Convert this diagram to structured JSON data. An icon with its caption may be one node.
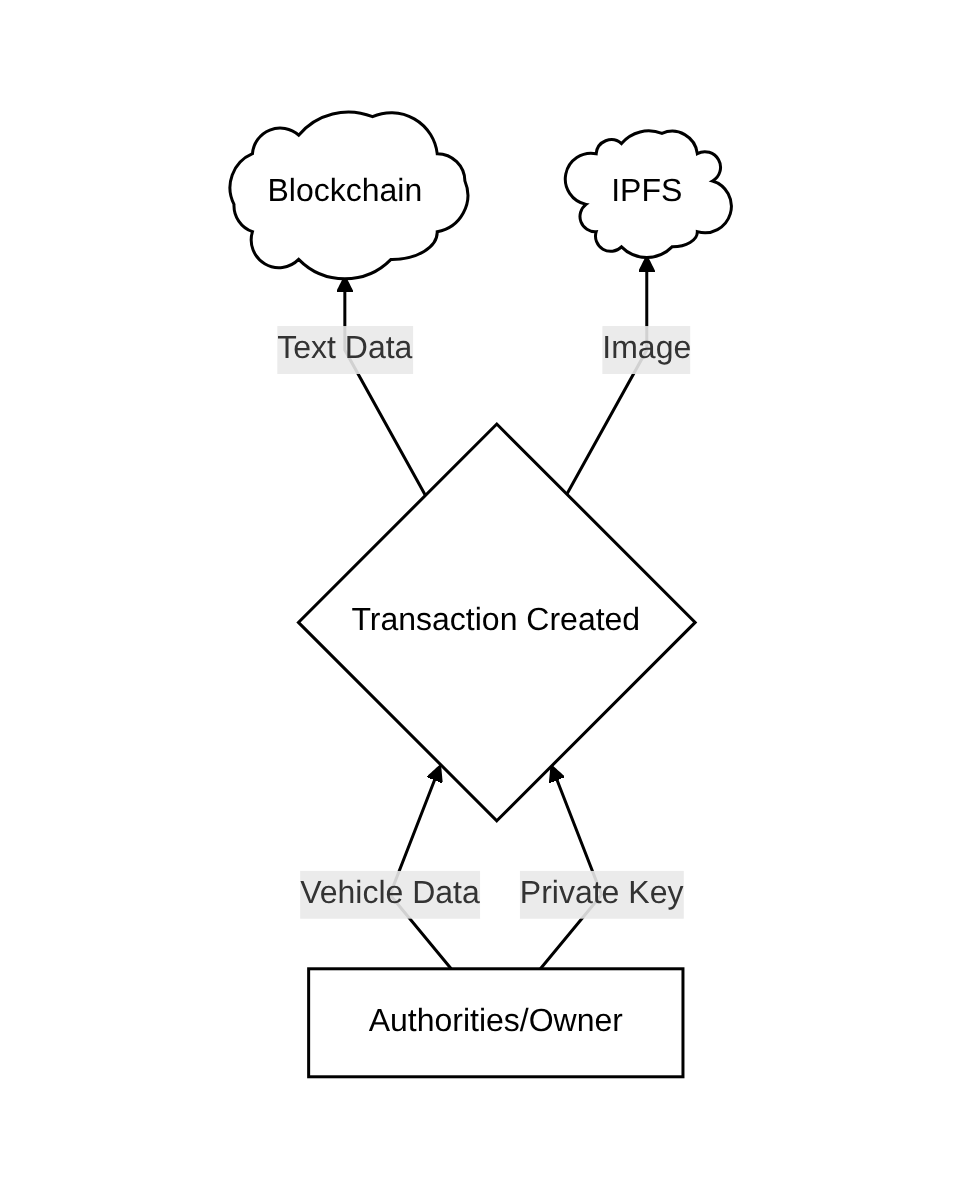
{
  "diagram": {
    "nodes": [
      {
        "text": [
          "Blockchain"
        ]
      },
      {
        "text": [
          "IPFS"
        ]
      },
      {
        "text": [
          "Transaction Created"
        ]
      },
      {
        "text": [
          "Authorities/Owner"
        ]
      }
    ],
    "edges": [
      {
        "from": 3,
        "to": 2,
        "arrow": "to",
        "label": "Vehicle Data"
      },
      {
        "from": 3,
        "to": 2,
        "arrow": "to",
        "label": "Private Key"
      },
      {
        "from": 2,
        "to": 0,
        "arrow": "to",
        "label": "Text Data"
      },
      {
        "from": 2,
        "to": 1,
        "arrow": "to",
        "label": "Image"
      }
    ]
  }
}
